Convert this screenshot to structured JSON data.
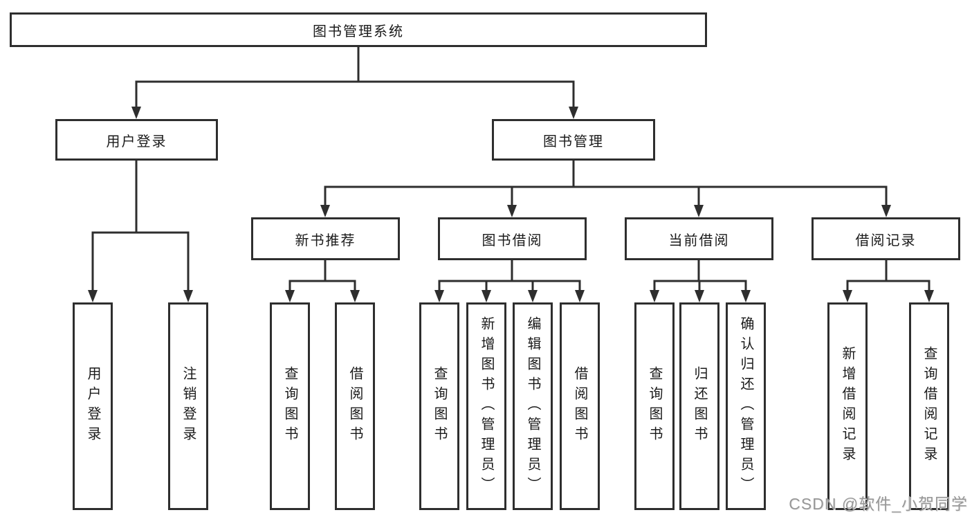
{
  "diagram_title": "图书管理系统",
  "tree": {
    "label": "图书管理系统",
    "children": [
      {
        "label": "用户登录",
        "children": [
          {
            "label": "用户登录"
          },
          {
            "label": "注销登录"
          }
        ]
      },
      {
        "label": "图书管理",
        "children": [
          {
            "label": "新书推荐",
            "children": [
              {
                "label": "查询图书"
              },
              {
                "label": "借阅图书"
              }
            ]
          },
          {
            "label": "图书借阅",
            "children": [
              {
                "label": "查询图书"
              },
              {
                "label": "新增图书（管理员）"
              },
              {
                "label": "编辑图书（管理员）"
              },
              {
                "label": "借阅图书"
              }
            ]
          },
          {
            "label": "当前借阅",
            "children": [
              {
                "label": "查询图书"
              },
              {
                "label": "归还图书"
              },
              {
                "label": "确认归还（管理员）"
              }
            ]
          },
          {
            "label": "借阅记录",
            "children": [
              {
                "label": "新增借阅记录"
              },
              {
                "label": "查询借阅记录"
              }
            ]
          }
        ]
      }
    ]
  },
  "watermark": {
    "text": "CSDN @软件_小贺同学"
  },
  "colors": {
    "line": "#2e2e2e",
    "box_background": "#ffffff",
    "text": "#1a1a1a",
    "watermark": "#979797"
  }
}
